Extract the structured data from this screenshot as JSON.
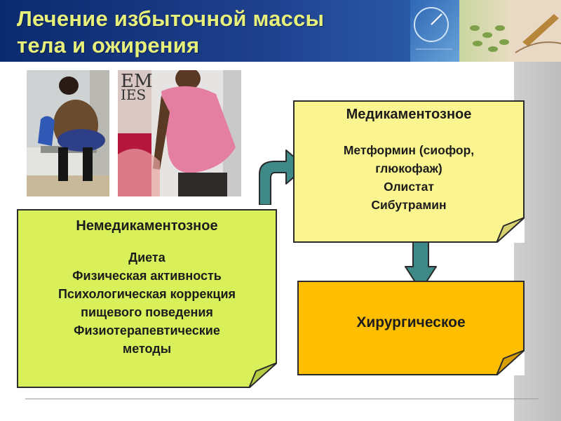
{
  "slide": {
    "title_line1": "Лечение избыточной массы",
    "title_line2": "тела и ожирения"
  },
  "treatments": {
    "non_medication": {
      "heading": "Немедикаментозное",
      "items": [
        "Диета",
        "Физическая активность",
        "Психологическая коррекция",
        "пищевого поведения",
        "Физиотерапевтические",
        "методы"
      ]
    },
    "medication": {
      "heading": "Медикаментозное",
      "items": [
        "Метформин (сиофор,",
        "глюкофаж)",
        "Олистат",
        "Сибутрамин"
      ]
    },
    "surgical": {
      "heading": "Хирургическое"
    }
  },
  "photo_sign_text": "EM\nIES",
  "colors": {
    "header_bg": "#1e3f8c",
    "title_text": "#e6f07a",
    "non_medication_bg": "#d9f05a",
    "medication_bg": "#fbf58f",
    "surgical_bg": "#ffbf00",
    "arrow": "#3f8a88"
  }
}
